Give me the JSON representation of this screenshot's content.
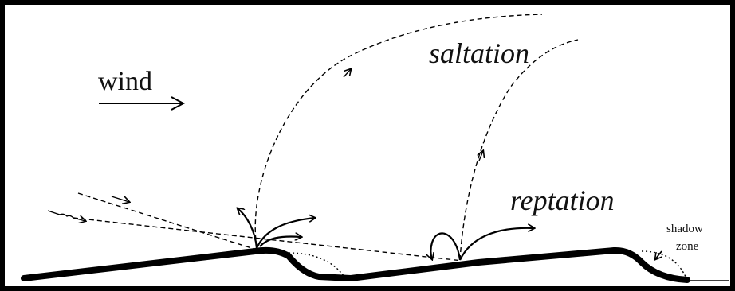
{
  "labels": {
    "wind": "wind",
    "saltation": "saltation",
    "reptation": "reptation",
    "shadow_line1": "shadow",
    "shadow_line2": "zone"
  },
  "colors": {
    "background": "#ffffff",
    "ink": "#000000"
  }
}
